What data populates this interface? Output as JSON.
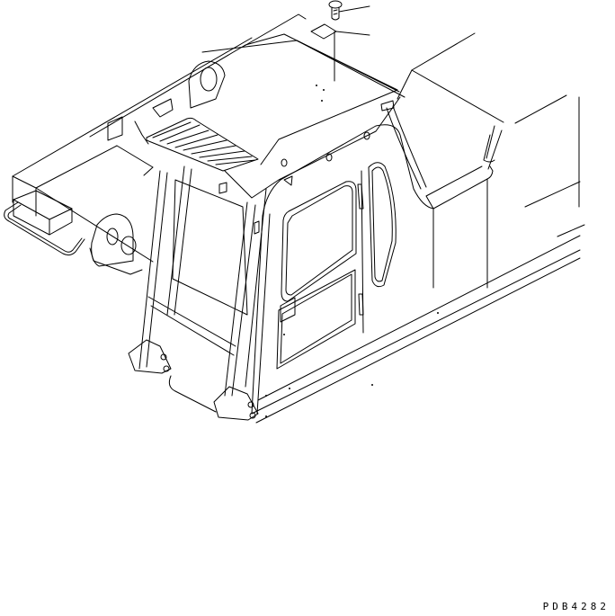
{
  "diagram": {
    "type": "technical-parts-illustration",
    "subject": "excavator operator cab with front guard, roof top plate and upper structure",
    "drawing_code": "PDB4282",
    "callouts": [
      {
        "part": "bolt",
        "leader_to": "right"
      },
      {
        "part": "plate",
        "leader_to": "right"
      }
    ],
    "colors": {
      "line": "#000000",
      "background": "#ffffff"
    }
  }
}
